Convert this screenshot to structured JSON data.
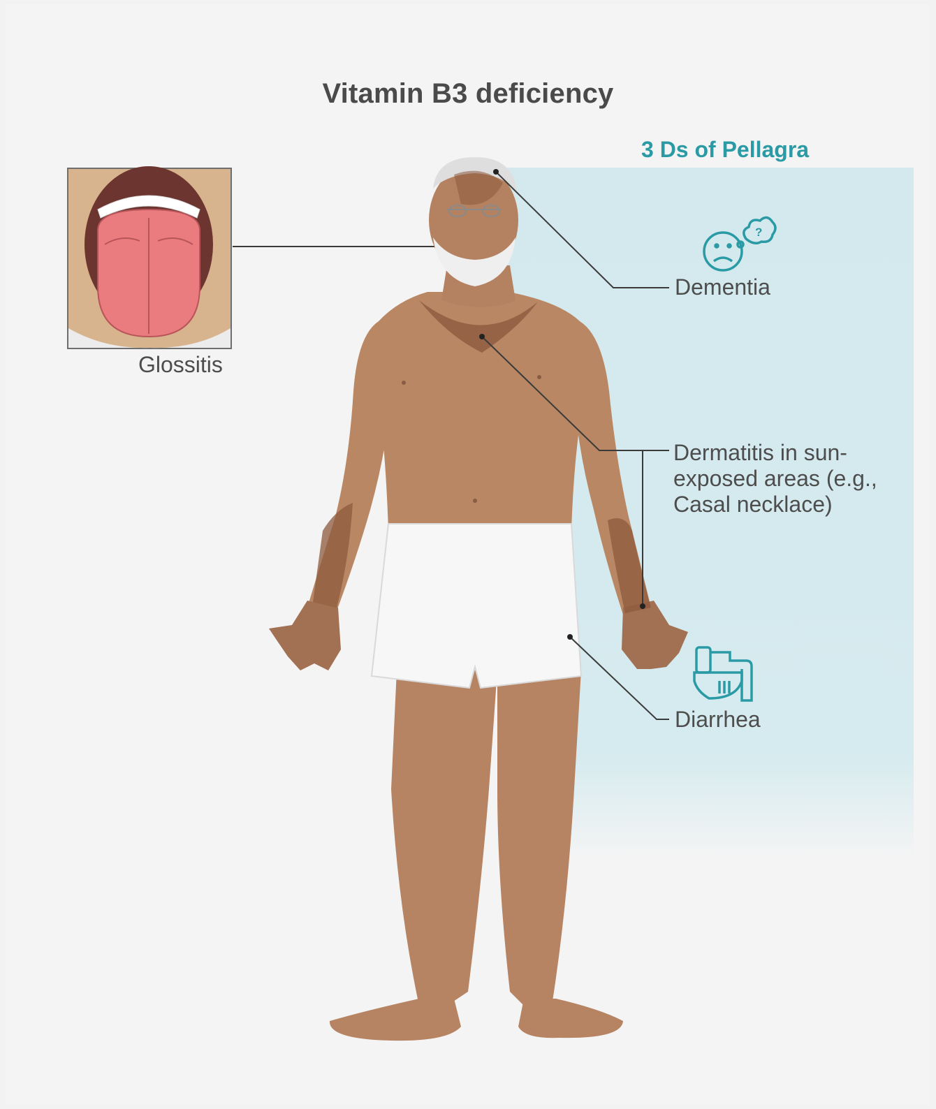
{
  "title": "Vitamin B3 deficiency",
  "subtitle": "3 Ds of Pellagra",
  "callouts": {
    "glossitis": "Glossitis",
    "dementia": "Dementia",
    "dermatitis": "Dermatitis in sun-exposed areas (e.g., Casal necklace)",
    "diarrhea": "Diarrhea"
  },
  "colors": {
    "accent": "#2a9aa5",
    "panel": "#d5eaee",
    "skin": "#b98763",
    "rash": "#8d5a3e",
    "text": "#4d4d4d"
  },
  "icons": [
    "sad-face-thought-icon",
    "toilet-icon"
  ]
}
